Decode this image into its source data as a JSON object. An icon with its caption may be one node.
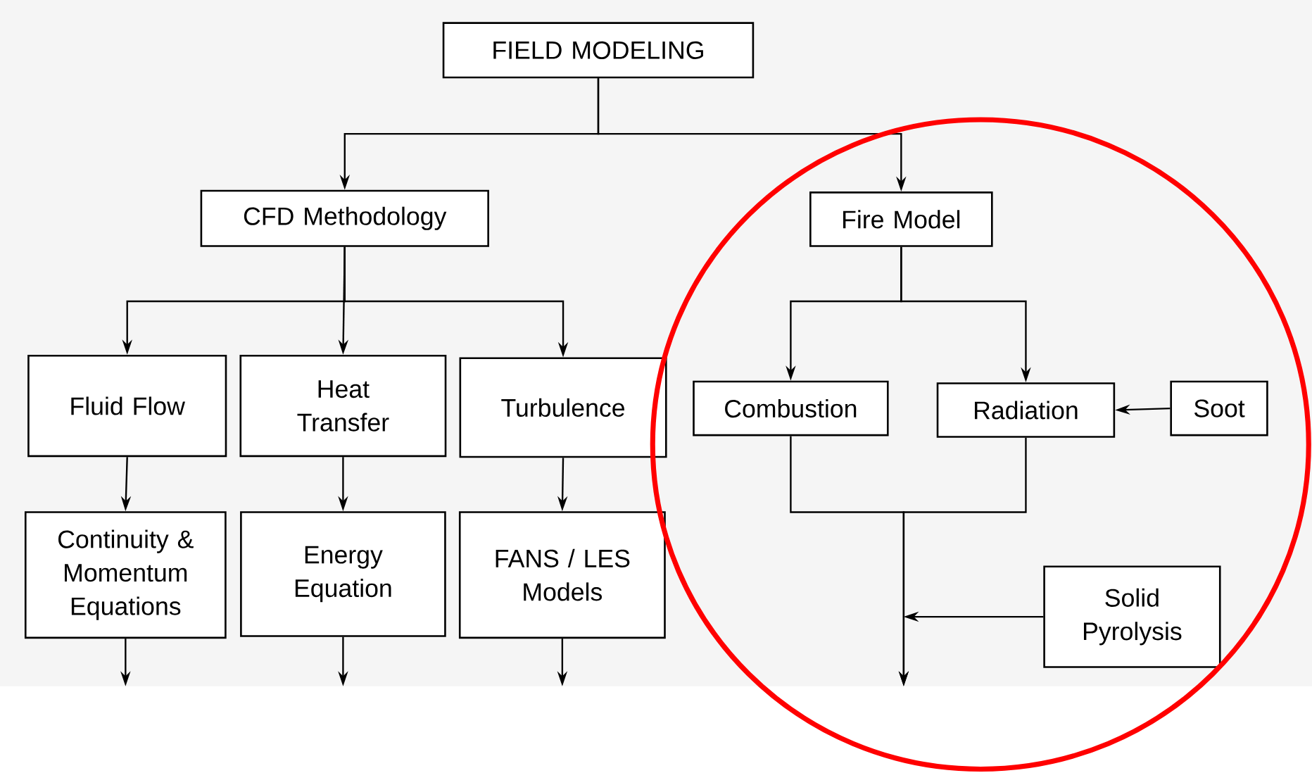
{
  "diagram": {
    "nodes": [
      {
        "text": [
          "FIELD MODELING"
        ]
      },
      {
        "text": [
          "CFD Methodology"
        ]
      },
      {
        "text": [
          "Fire Model"
        ]
      },
      {
        "text": [
          "Fluid Flow"
        ]
      },
      {
        "text": [
          "Heat Transfer"
        ]
      },
      {
        "text": [
          "Turbulence"
        ]
      },
      {
        "text": [
          "Combustion"
        ]
      },
      {
        "text": [
          "Radiation"
        ]
      },
      {
        "text": [
          "Soot"
        ]
      },
      {
        "text": [
          "Continuity & Momentum Equations"
        ]
      },
      {
        "text": [
          "Energy Equation"
        ]
      },
      {
        "text": [
          "FANS / LES Models"
        ]
      },
      {
        "text": [
          "Solid Pyrolysis"
        ]
      }
    ],
    "edges": [
      {
        "from": 0,
        "to": 1,
        "arrow": "to"
      },
      {
        "from": 0,
        "to": 2,
        "arrow": "to"
      },
      {
        "from": 1,
        "to": 3,
        "arrow": "to"
      },
      {
        "from": 1,
        "to": 4,
        "arrow": "to"
      },
      {
        "from": 1,
        "to": 5,
        "arrow": "to"
      },
      {
        "from": 2,
        "to": 6,
        "arrow": "to"
      },
      {
        "from": 2,
        "to": 7,
        "arrow": "to"
      },
      {
        "from": 8,
        "to": 7,
        "arrow": "to"
      },
      {
        "from": 3,
        "to": 9,
        "arrow": "to"
      },
      {
        "from": 4,
        "to": 10,
        "arrow": "to"
      },
      {
        "from": 5,
        "to": 11,
        "arrow": "to"
      },
      {
        "from": 9,
        "to": null,
        "arrow": "to"
      },
      {
        "from": 10,
        "to": null,
        "arrow": "to"
      },
      {
        "from": 11,
        "to": null,
        "arrow": "to"
      },
      {
        "from": 6,
        "to": null,
        "arrow": "to"
      },
      {
        "from": 7,
        "to": null,
        "arrow": "to"
      },
      {
        "from": 12,
        "to": null,
        "arrow": "to"
      }
    ]
  }
}
